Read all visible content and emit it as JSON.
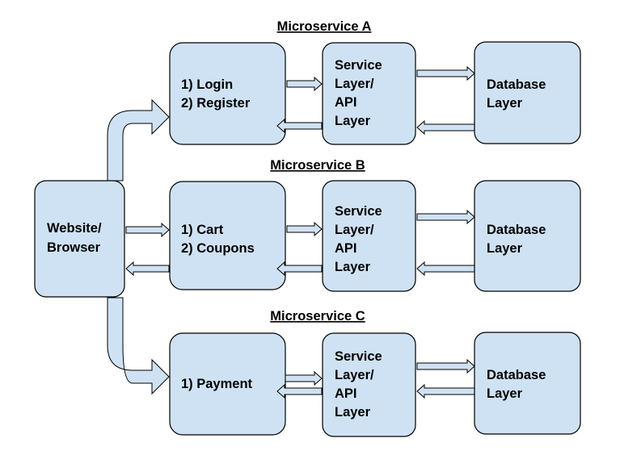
{
  "colors": {
    "box_fill": "#cfe2f3",
    "stroke": "#000000",
    "background": "#ffffff"
  },
  "client": {
    "lines": [
      "Website/",
      "Browser"
    ]
  },
  "microservices": [
    {
      "heading": "Microservice A",
      "functions": [
        "1) Login",
        "2) Register"
      ],
      "service": [
        "Service",
        "Layer/",
        "API",
        "Layer"
      ],
      "database": [
        "Database",
        "Layer"
      ]
    },
    {
      "heading": "Microservice B",
      "functions": [
        "1) Cart",
        "2) Coupons"
      ],
      "service": [
        "Service",
        "Layer/",
        "API",
        "Layer"
      ],
      "database": [
        "Database",
        "Layer"
      ]
    },
    {
      "heading": "Microservice C",
      "functions": [
        "1) Payment"
      ],
      "service": [
        "Service",
        "Layer/",
        "API",
        "Layer"
      ],
      "database": [
        "Database",
        "Layer"
      ]
    }
  ]
}
